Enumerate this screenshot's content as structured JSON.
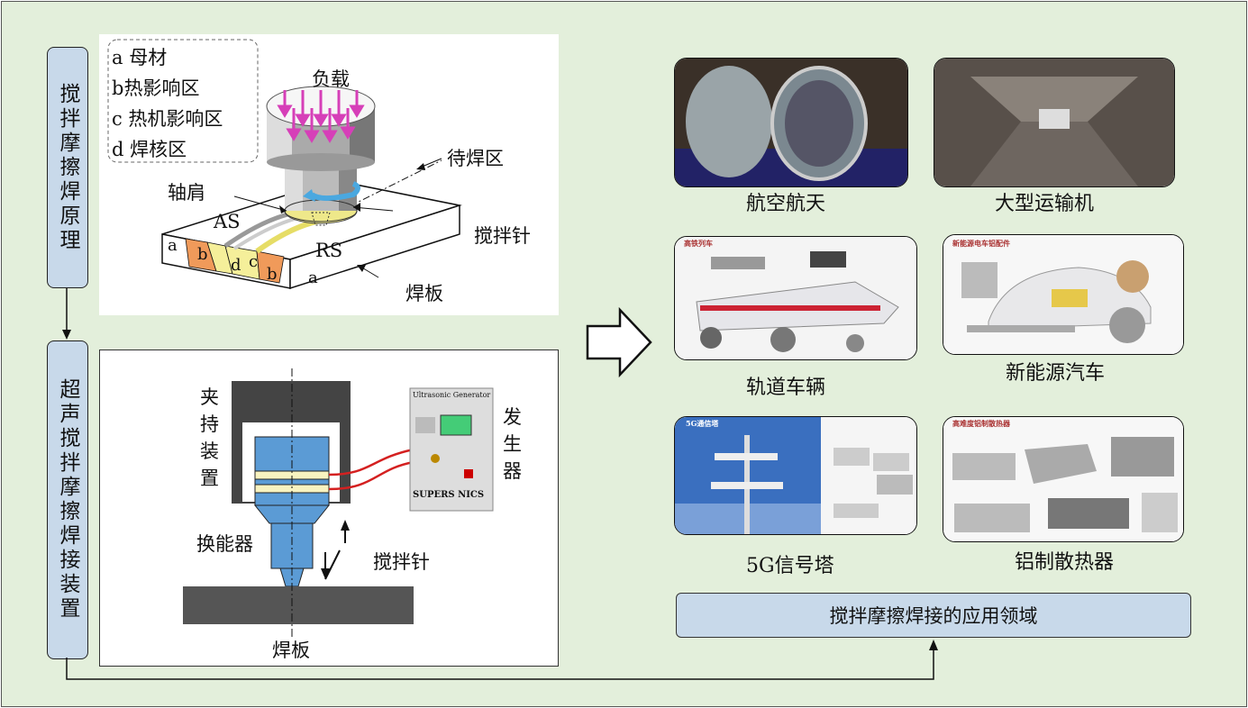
{
  "side": {
    "fsw_principle": "搅拌摩擦焊原理",
    "ultrasonic_device": "超声搅拌摩擦焊接装置"
  },
  "principle": {
    "legend": [
      "a 母材",
      "b热影响区",
      "c 热机影响区",
      "d 焊核区"
    ],
    "load": "负载",
    "to_weld": "待焊区",
    "shoulder": "轴肩",
    "pin": "搅拌针",
    "plate": "焊板",
    "as": "AS",
    "rs": "RS",
    "zone_a": "a",
    "zone_b": "b",
    "zone_c": "c",
    "zone_d": "d"
  },
  "device": {
    "clamp": "夹持装置",
    "generator": "发生器",
    "transducer": "换能器",
    "pin": "搅拌针",
    "plate": "焊板",
    "gen_title": "Ultrasonic Generator",
    "gen_brand": "SUPERS  NICS"
  },
  "applications": {
    "aerospace": "航空航天",
    "transport_aircraft": "大型运输机",
    "rail": "轨道车辆",
    "nev": "新能源汽车",
    "tower": "5G信号塔",
    "heatsink": "铝制散热器",
    "rail_tag": "高铁列车",
    "nev_tag": "新能源电车铝配件",
    "tower_tag": "5G通信塔",
    "heatsink_tag": "高难度铝制散热器",
    "domain_label": "搅拌摩擦焊接的应用领域"
  },
  "colors": {
    "background": "#e3efdb",
    "box_fill": "#c8d9ea",
    "arrow_magenta": "#d63fb8",
    "zone_orange": "#f09a5a",
    "zone_yellow": "#f5ef9a",
    "tool_blue": "#5b9bd5",
    "wire_red": "#d42020"
  }
}
